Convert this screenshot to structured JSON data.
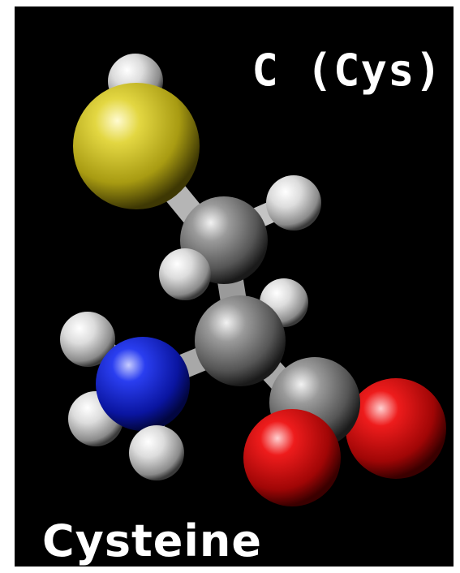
{
  "labels": {
    "amino_acid_code": "C (Cys)",
    "amino_acid_name": "Cysteine"
  },
  "colors": {
    "background": "#000000",
    "frame": "#ffffff",
    "text": "#ffffff",
    "sulfur": "#c8bd1e",
    "carbon": "#8a8a8a",
    "hydrogen": "#e6e6e6",
    "nitrogen": "#1c2ed6",
    "oxygen": "#d81212"
  },
  "atoms": [
    {
      "element": "hydrogen",
      "name": "thiol-hydrogen"
    },
    {
      "element": "sulfur",
      "name": "sulfur-atom"
    },
    {
      "element": "hydrogen",
      "name": "beta-hydrogen-1"
    },
    {
      "element": "carbon",
      "name": "beta-carbon"
    },
    {
      "element": "hydrogen",
      "name": "beta-hydrogen-2"
    },
    {
      "element": "hydrogen",
      "name": "alpha-hydrogen"
    },
    {
      "element": "carbon",
      "name": "alpha-carbon"
    },
    {
      "element": "hydrogen",
      "name": "amine-hydrogen-1"
    },
    {
      "element": "hydrogen",
      "name": "amine-hydrogen-2"
    },
    {
      "element": "hydrogen",
      "name": "amine-hydrogen-3"
    },
    {
      "element": "nitrogen",
      "name": "nitrogen-atom"
    },
    {
      "element": "carbon",
      "name": "carboxyl-carbon"
    },
    {
      "element": "oxygen",
      "name": "oxygen-atom-1"
    },
    {
      "element": "oxygen",
      "name": "oxygen-atom-2"
    }
  ]
}
